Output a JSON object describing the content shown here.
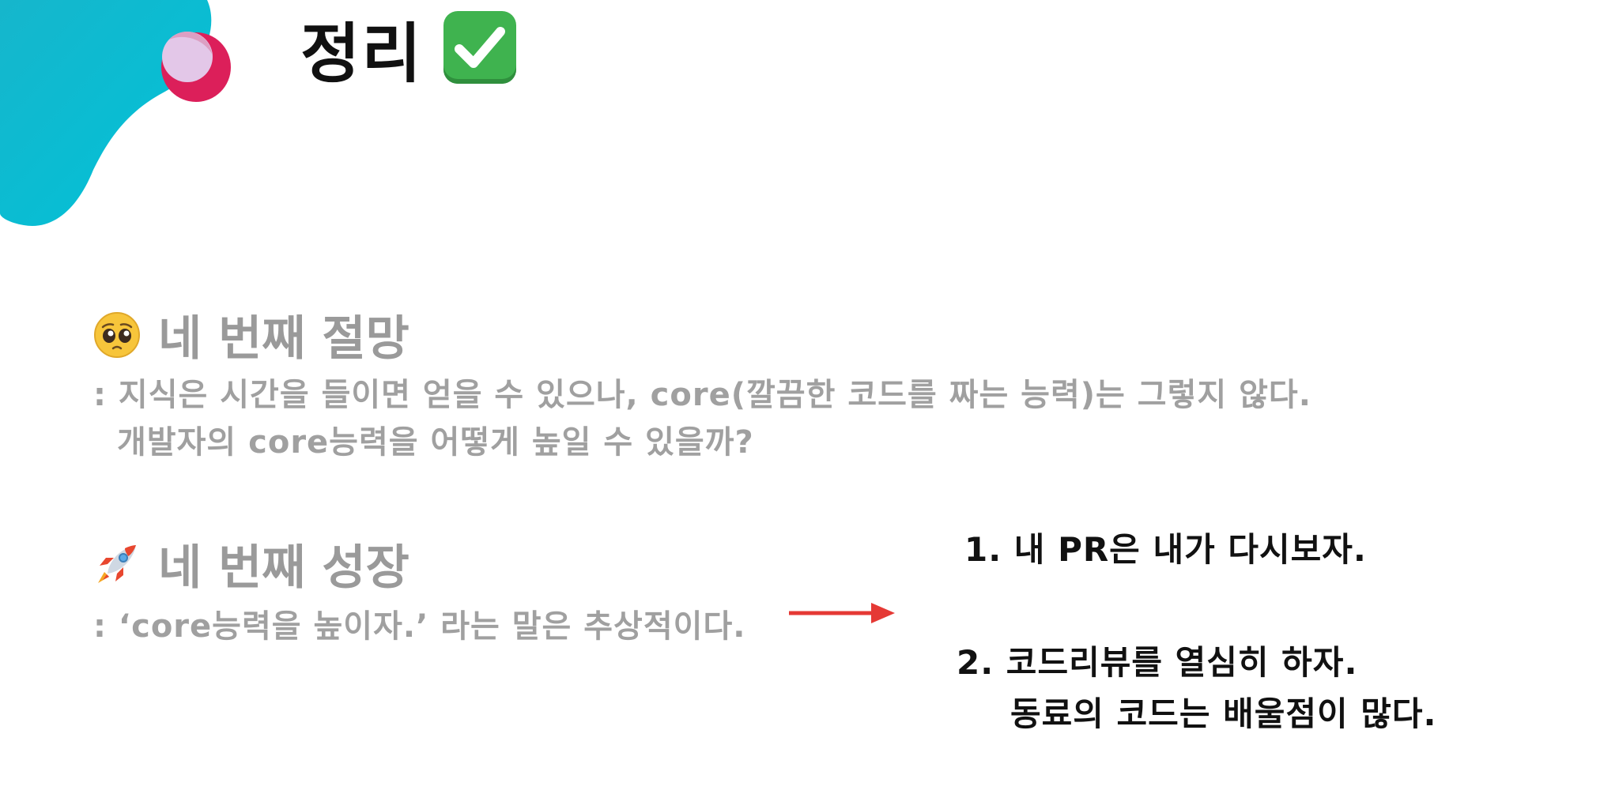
{
  "title": {
    "text": "정리",
    "icon": "check-mark-button-icon"
  },
  "section1": {
    "icon": "pleading-face-icon",
    "heading": "네 번째 절망",
    "line1": ": 지식은 시간을 들이면 얻을 수 있으나, core(깔끔한 코드를 짜는 능력)는 그렇지 않다.",
    "line2": "개발자의 core능력을 어떻게 높일 수 있을까?"
  },
  "section2": {
    "icon": "rocket-icon",
    "heading": "네 번째 성장",
    "line1": ": ‘core능력을 높이자.’ 라는 말은 추상적이다."
  },
  "points": {
    "p1": "1. 내 PR은 내가 다시보자.",
    "p2_line1": "2. 코드리뷰를 열심히 하자.",
    "p2_line2": "동료의 코드는 배울점이 많다."
  },
  "colors": {
    "accent_teal": "#00bcd4",
    "accent_pink": "#e0245e",
    "accent_lavender": "#e3c7e8",
    "arrow_red": "#e53935",
    "heading_gray": "#9a9a9a",
    "point_text": "#111111"
  }
}
